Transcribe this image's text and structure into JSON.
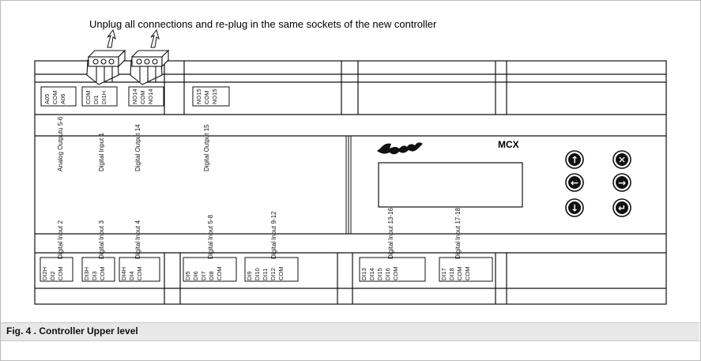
{
  "instruction": "Unplug all connections and re-plug in the same sockets of the new controller",
  "brand": "Danfoss",
  "model": "MCX",
  "caption": "Fig. 4 . Controller Upper level",
  "top_blocks": [
    {
      "pins": [
        "A05",
        "COM",
        "A06"
      ]
    },
    {
      "pins": [
        "COM",
        "DI1",
        "DI1H"
      ]
    },
    {
      "pins": [
        "NO14",
        "COM",
        "NO14"
      ]
    },
    {
      "pins": [
        "NO15",
        "COM",
        "NO15"
      ]
    }
  ],
  "top_labels": [
    "Analog Outputu 5-6",
    "Digital Input 1",
    "Digital Output 14",
    "Digital Output 15"
  ],
  "bottom_labels": [
    "Digital Input 2",
    "Digital Input 3",
    "Digital Input 4",
    "Digital Input 5-8",
    "Digital Input 9-12",
    "Digital Input 13-16",
    "Digital Input 17-18"
  ],
  "bottom_blocks": [
    {
      "pins": [
        "DI2H",
        "DI2",
        "COM"
      ]
    },
    {
      "pins": [
        "DI3H",
        "DI3",
        "COM"
      ]
    },
    {
      "pins": [
        "DI4H",
        "DI4",
        "COM"
      ]
    },
    {
      "pins": [
        "DI5",
        "DI6",
        "DI7",
        "DI8",
        "COM"
      ]
    },
    {
      "pins": [
        "DI9",
        "DI10",
        "DI11",
        "DI12",
        "COM"
      ]
    },
    {
      "pins": [
        "DI13",
        "DI14",
        "DI15",
        "DI16",
        "COM"
      ]
    },
    {
      "pins": [
        "DI17",
        "DI18",
        "COM",
        "COM"
      ]
    }
  ],
  "keypad": [
    {
      "icon": "arrow-up-icon",
      "glyph": "↑"
    },
    {
      "icon": "close-icon",
      "glyph": "✕"
    },
    {
      "icon": "arrow-left-icon",
      "glyph": "←"
    },
    {
      "icon": "arrow-right-icon",
      "glyph": "→"
    },
    {
      "icon": "arrow-down-icon",
      "glyph": "↓"
    },
    {
      "icon": "enter-icon",
      "glyph": "↵"
    }
  ]
}
